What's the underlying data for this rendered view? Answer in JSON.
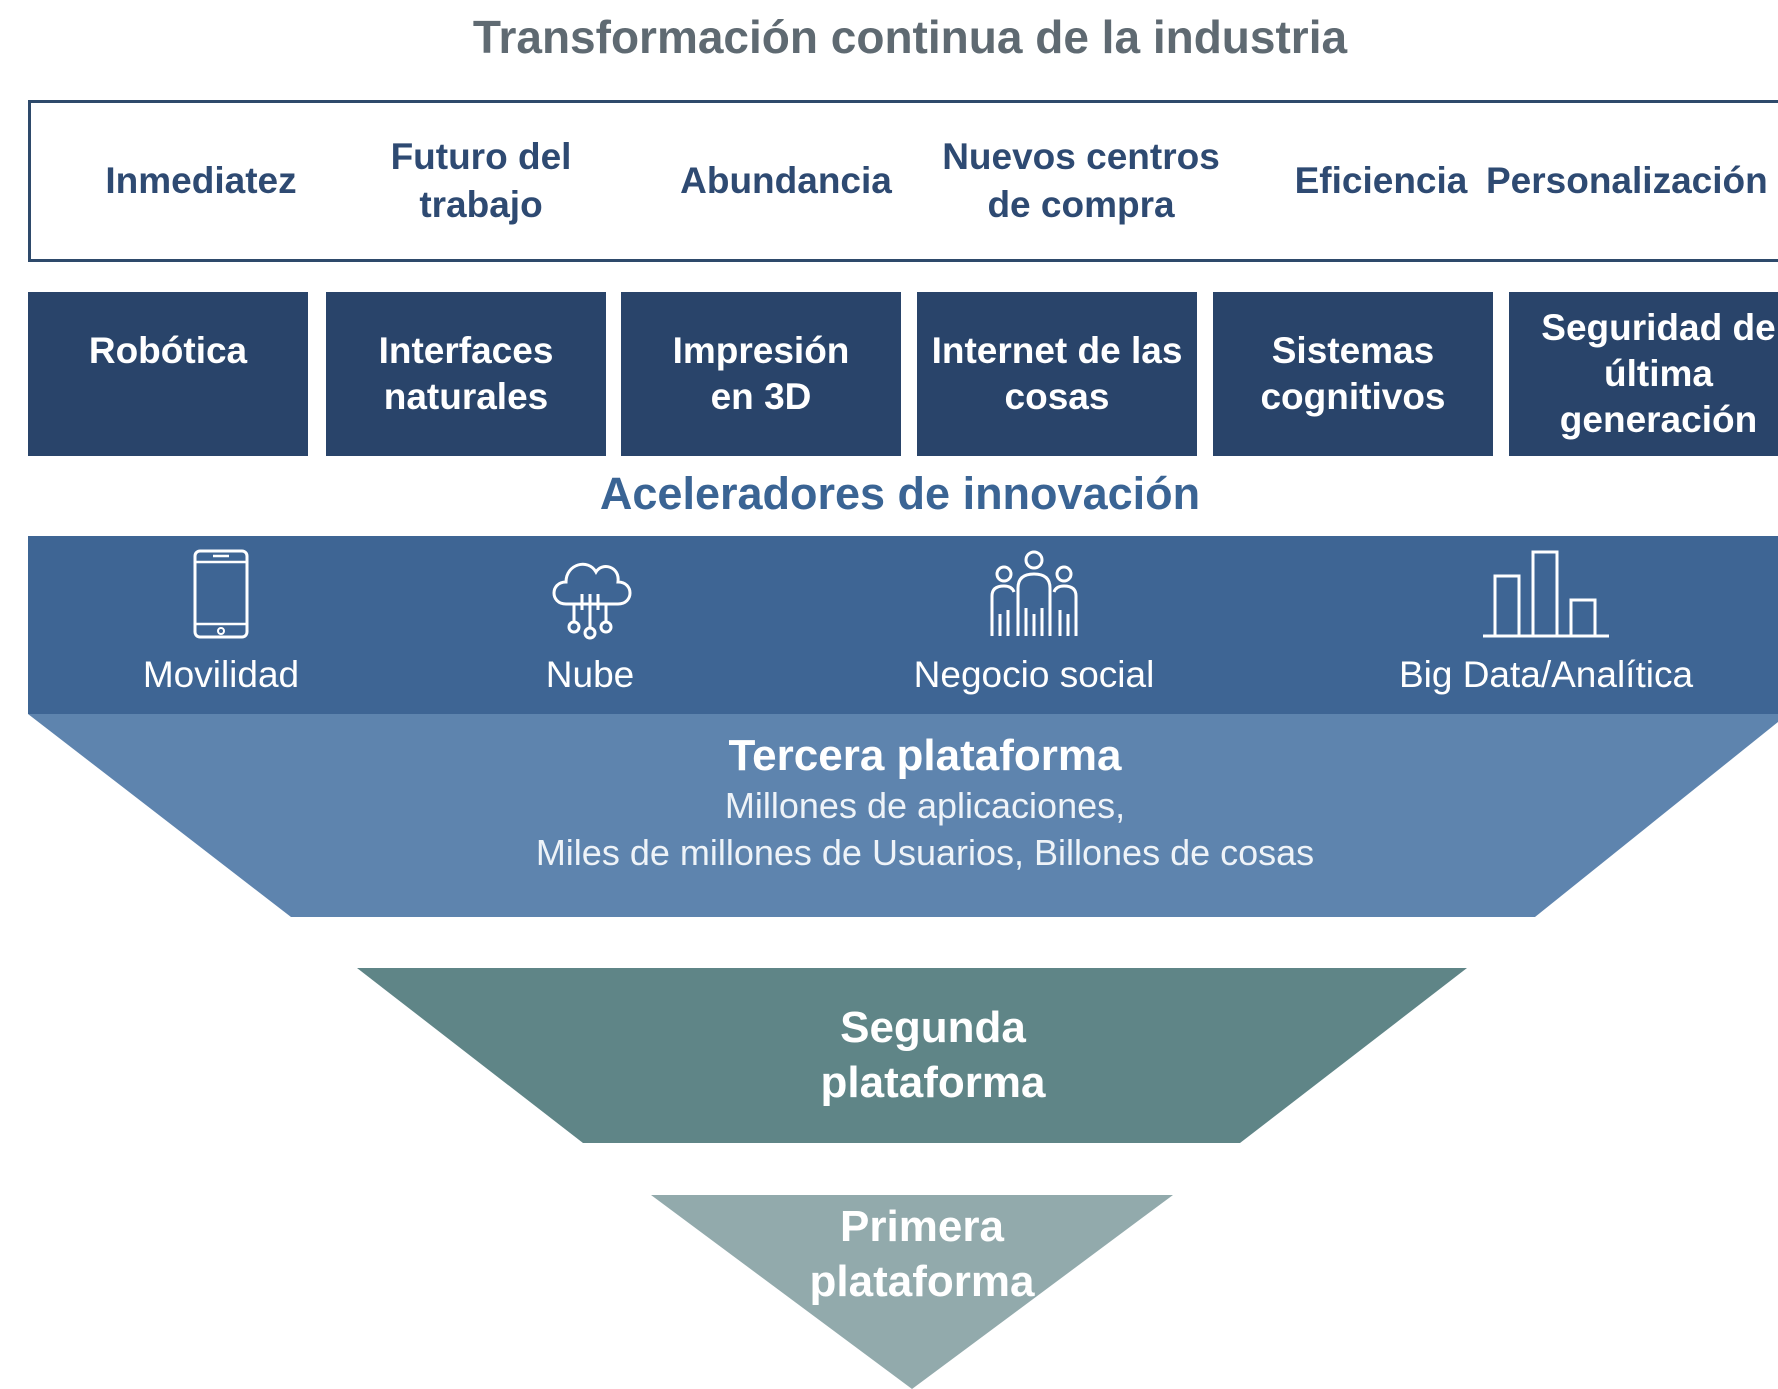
{
  "title": "Transformación continua de la industria",
  "trends": [
    {
      "line1": "Inmediatez",
      "line2": ""
    },
    {
      "line1": "Futuro del",
      "line2": "trabajo"
    },
    {
      "line1": "Abundancia",
      "line2": ""
    },
    {
      "line1": "Nuevos centros",
      "line2": "de compra"
    },
    {
      "line1": "Eficiencia",
      "line2": ""
    },
    {
      "line1": "Personalización",
      "line2": ""
    }
  ],
  "technologies": [
    {
      "line1": "Robótica",
      "line2": "",
      "line3": ""
    },
    {
      "line1": "Interfaces",
      "line2": "naturales",
      "line3": ""
    },
    {
      "line1": "Impresión",
      "line2": "en 3D",
      "line3": ""
    },
    {
      "line1": "Internet de las",
      "line2": "cosas",
      "line3": ""
    },
    {
      "line1": "Sistemas",
      "line2": "cognitivos",
      "line3": ""
    },
    {
      "line1": "Seguridad de",
      "line2": "última",
      "line3": "generación"
    }
  ],
  "accelerators_heading": "Aceleradores de innovación",
  "accelerators": [
    {
      "label": "Movilidad",
      "icon": "smartphone-icon"
    },
    {
      "label": "Nube",
      "icon": "cloud-icon"
    },
    {
      "label": "Negocio social",
      "icon": "people-network-icon"
    },
    {
      "label": "Big Data/Analítica",
      "icon": "bar-chart-icon"
    }
  ],
  "platforms": {
    "third": {
      "title": "Tercera plataforma",
      "sub1": "Millones de aplicaciones,",
      "sub2": "Miles de millones de Usuarios, Billones de cosas",
      "color": "#5e84ae"
    },
    "second": {
      "line1": "Segunda",
      "line2": "plataforma",
      "color": "#5f8587"
    },
    "first": {
      "line1": "Primera",
      "line2": "plataforma",
      "color": "#92aaac"
    }
  },
  "colors": {
    "title": "#5f6a72",
    "trend_text": "#2e4a72",
    "tech_bg": "#29446a",
    "accelerator_band": "#3e6594",
    "accelerator_heading": "#3a6494"
  }
}
